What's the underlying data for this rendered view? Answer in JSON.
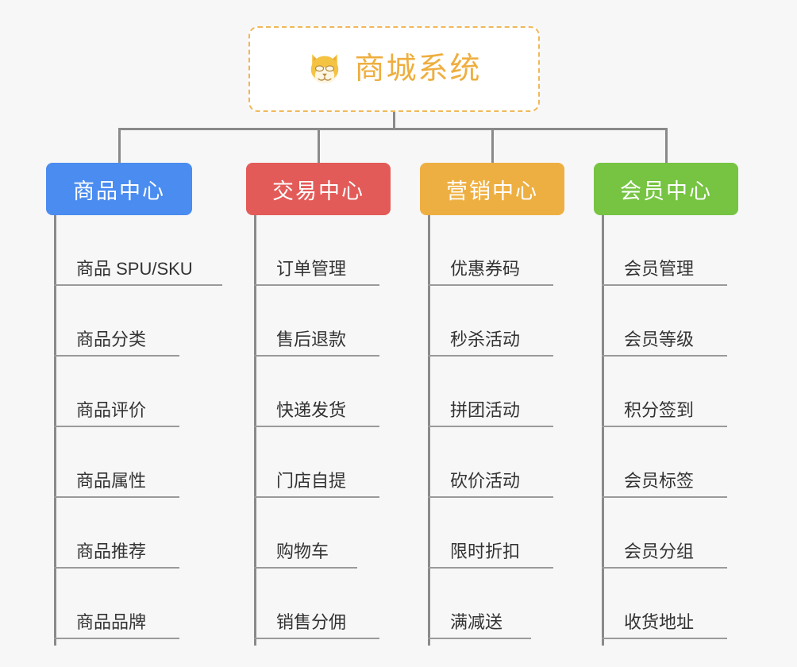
{
  "root": {
    "title": "商城系统",
    "icon": "dog-face-icon",
    "border_color": "#f0b858",
    "text_color": "#eeae3f"
  },
  "canvas": {
    "background": "#f7f7f7",
    "connector_color": "#8a8a8a"
  },
  "branches": [
    {
      "id": "product",
      "title": "商品中心",
      "color": "#4a8cf0",
      "items": [
        "商品 SPU/SKU",
        "商品分类",
        "商品评价",
        "商品属性",
        "商品推荐",
        "商品品牌"
      ]
    },
    {
      "id": "trade",
      "title": "交易中心",
      "color": "#e35b58",
      "items": [
        "订单管理",
        "售后退款",
        "快递发货",
        "门店自提",
        "购物车",
        "销售分佣"
      ]
    },
    {
      "id": "marketing",
      "title": "营销中心",
      "color": "#eeaf42",
      "items": [
        "优惠券码",
        "秒杀活动",
        "拼团活动",
        "砍价活动",
        "限时折扣",
        "满减送"
      ]
    },
    {
      "id": "member",
      "title": "会员中心",
      "color": "#76c442",
      "items": [
        "会员管理",
        "会员等级",
        "积分签到",
        "会员标签",
        "会员分组",
        "收货地址"
      ]
    }
  ]
}
